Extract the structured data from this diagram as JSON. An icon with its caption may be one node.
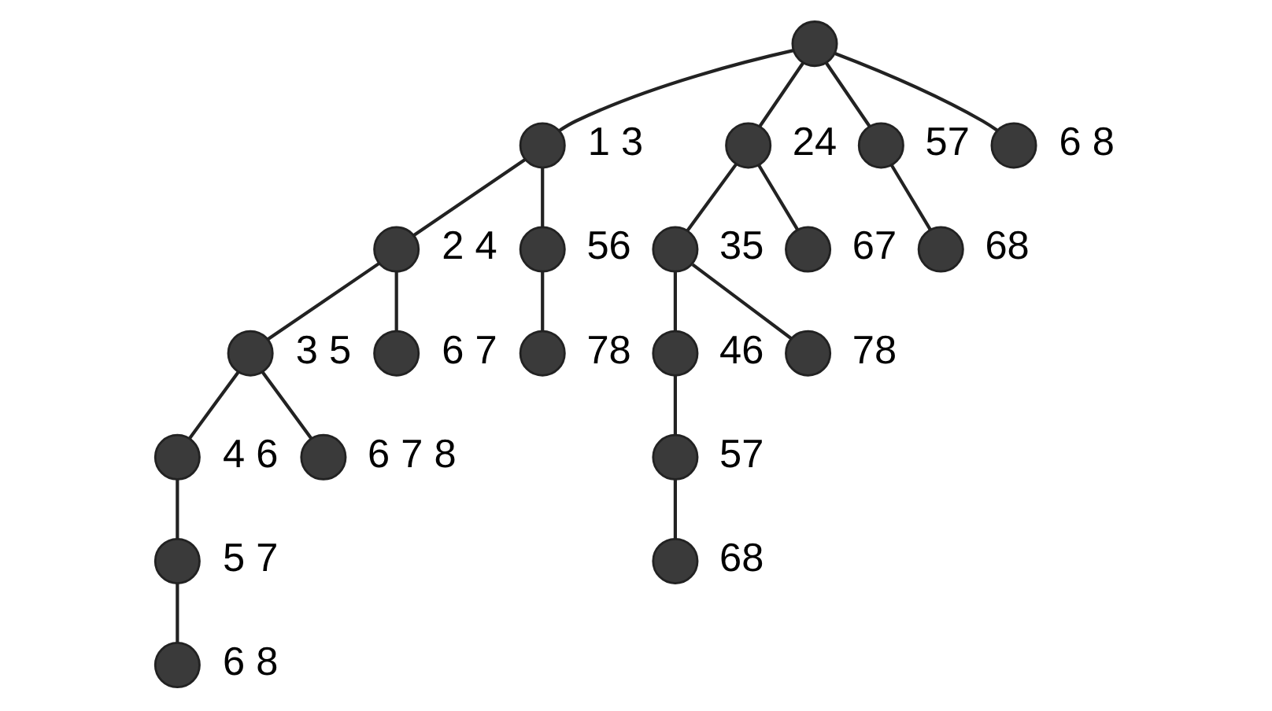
{
  "diagram": {
    "nodes": [
      {
        "text": [],
        "shape": "circle"
      },
      {
        "text": [],
        "shape": "circle",
        "beside": [
          "1 3"
        ]
      },
      {
        "text": [],
        "shape": "circle",
        "beside": [
          "2 4"
        ]
      },
      {
        "text": [],
        "shape": "circle",
        "beside": [
          "3 5"
        ]
      },
      {
        "text": [],
        "shape": "circle",
        "beside": [
          "4 6"
        ]
      },
      {
        "text": [],
        "shape": "circle",
        "beside": [
          "5 7"
        ]
      },
      {
        "text": [],
        "shape": "circle",
        "beside": [
          "6 8"
        ]
      },
      {
        "text": [],
        "shape": "circle",
        "beside": [
          "6 7 8"
        ]
      },
      {
        "text": [],
        "shape": "circle",
        "beside": [
          "6 7"
        ]
      },
      {
        "text": [],
        "shape": "circle",
        "beside": [
          "56"
        ]
      },
      {
        "text": [],
        "shape": "circle",
        "beside": [
          "78"
        ]
      },
      {
        "text": [],
        "shape": "circle",
        "beside": [
          "24"
        ]
      },
      {
        "text": [],
        "shape": "circle",
        "beside": [
          "35"
        ]
      },
      {
        "text": [],
        "shape": "circle",
        "beside": [
          "46"
        ]
      },
      {
        "text": [],
        "shape": "circle",
        "beside": [
          "57"
        ]
      },
      {
        "text": [],
        "shape": "circle",
        "beside": [
          "68"
        ]
      },
      {
        "text": [],
        "shape": "circle",
        "beside": [
          "78"
        ]
      },
      {
        "text": [],
        "shape": "circle",
        "beside": [
          "67"
        ]
      },
      {
        "text": [],
        "shape": "circle",
        "beside": [
          "57"
        ]
      },
      {
        "text": [],
        "shape": "circle",
        "beside": [
          "68"
        ]
      },
      {
        "text": [],
        "shape": "circle",
        "beside": [
          "6 8"
        ]
      }
    ],
    "edges": [
      {
        "from": 0,
        "to": 1,
        "arrow": "none"
      },
      {
        "from": 1,
        "to": 2,
        "arrow": "none"
      },
      {
        "from": 2,
        "to": 3,
        "arrow": "none"
      },
      {
        "from": 3,
        "to": 4,
        "arrow": "none"
      },
      {
        "from": 4,
        "to": 5,
        "arrow": "none"
      },
      {
        "from": 5,
        "to": 6,
        "arrow": "none"
      },
      {
        "from": 3,
        "to": 7,
        "arrow": "none"
      },
      {
        "from": 2,
        "to": 8,
        "arrow": "none"
      },
      {
        "from": 1,
        "to": 9,
        "arrow": "none"
      },
      {
        "from": 9,
        "to": 10,
        "arrow": "none"
      },
      {
        "from": 0,
        "to": 11,
        "arrow": "none"
      },
      {
        "from": 11,
        "to": 12,
        "arrow": "none"
      },
      {
        "from": 12,
        "to": 13,
        "arrow": "none"
      },
      {
        "from": 13,
        "to": 14,
        "arrow": "none"
      },
      {
        "from": 14,
        "to": 15,
        "arrow": "none"
      },
      {
        "from": 12,
        "to": 16,
        "arrow": "none"
      },
      {
        "from": 11,
        "to": 17,
        "arrow": "none"
      },
      {
        "from": 0,
        "to": 18,
        "arrow": "none"
      },
      {
        "from": 18,
        "to": 19,
        "arrow": "none"
      },
      {
        "from": 0,
        "to": 20,
        "arrow": "none"
      }
    ]
  }
}
